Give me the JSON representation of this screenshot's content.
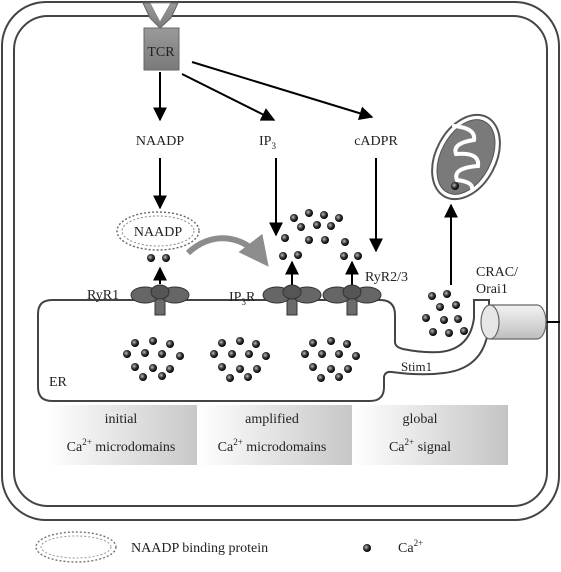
{
  "receptor": {
    "tcr": "TCR"
  },
  "messengers": {
    "naadp": "NAADP",
    "ip3_base": "IP",
    "ip3_sub": "3",
    "cadpr": "cADPR"
  },
  "binding_protein_label": "NAADP",
  "channels": {
    "ryr1": "RyR1",
    "ip3r_base": "IP",
    "ip3r_sub": "3",
    "ip3r_suffix": "R",
    "ryr23": "RyR2/3"
  },
  "er_label": "ER",
  "stim1_label": "Stim1",
  "crac": {
    "line1": "CRAC/",
    "line2": "Orai1"
  },
  "stages": [
    {
      "line1": "initial",
      "ca": "Ca",
      "sup": "2+",
      "rest": " microdomains"
    },
    {
      "line1": "amplified",
      "ca": "Ca",
      "sup": "2+",
      "rest": " microdomains"
    },
    {
      "line1": "global",
      "ca": "Ca",
      "sup": "2+",
      "rest": " signal"
    }
  ],
  "legend": {
    "binding_protein": "NAADP binding protein",
    "ca_base": "Ca",
    "ca_sup": "2+"
  },
  "colors": {
    "cell_stroke": "#444444",
    "tcr_gray": "#8a8a8a",
    "receptor_fill": "#666666",
    "mito_fill": "#7a7a7a",
    "stage_gradient_dark": "#c8c8c8",
    "curved_arrow": "#8c8c8c"
  }
}
